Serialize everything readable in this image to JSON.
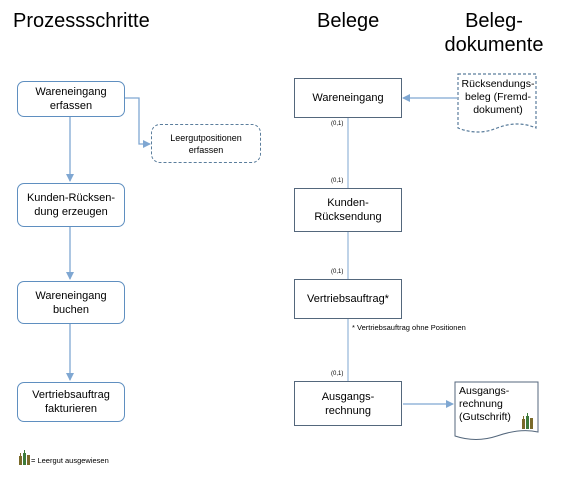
{
  "headings": {
    "process": "Prozessschritte",
    "documents": "Belege",
    "document_docs_line1": "Beleg-",
    "document_docs_line2": "dokumente"
  },
  "process_steps": {
    "goods_receipt_capture": [
      "Wareneingang",
      "erfassen"
    ],
    "empties_capture": [
      "Leergutpositionen",
      "erfassen"
    ],
    "customer_return_create": [
      "Kunden-Rücksen-",
      "dung erzeugen"
    ],
    "goods_receipt_post": [
      "Wareneingang",
      "buchen"
    ],
    "sales_order_invoice": [
      "Vertriebsauftrag",
      "fakturieren"
    ]
  },
  "documents": {
    "goods_receipt": "Wareneingang",
    "customer_return": [
      "Kunden-",
      "Rücksendung"
    ],
    "sales_order": "Vertriebsauftrag*",
    "invoice": [
      "Ausgangs-",
      "rechnung"
    ]
  },
  "document_files": {
    "return_slip": [
      "Rücksendungs-",
      "beleg (Fremd-",
      "dokument)"
    ],
    "outgoing_invoice": [
      "Ausgangs-",
      "rechnung",
      "(Gutschrift)"
    ]
  },
  "cardinalities": {
    "c1": "(0,1)",
    "c2": "(0,1)",
    "c3": "(0,1)",
    "c4": "(0,1)"
  },
  "footnotes": {
    "sales_order_note": "*  Vertriebsauftrag ohne Positionen",
    "legend_text": "= Leergut ausgewiesen"
  },
  "colors": {
    "process_border": "#5f8fc0",
    "arrow": "#7fa7d2",
    "doc_border": "#54677c",
    "dashed_border": "#5a7d9c"
  },
  "icons": {
    "empties_indicator": "bottles-icon"
  }
}
